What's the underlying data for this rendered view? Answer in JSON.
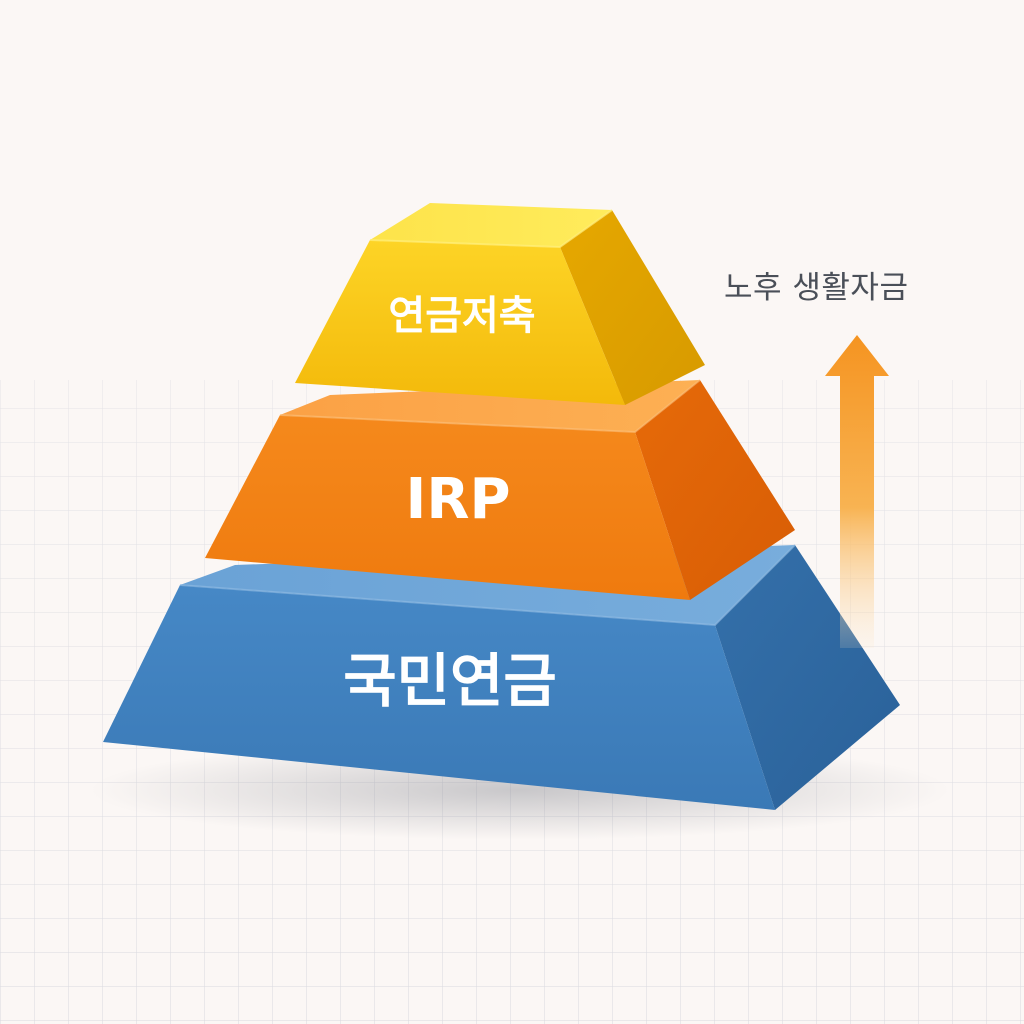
{
  "pyramid": {
    "tiers": [
      {
        "label": "연금저축",
        "color": "#f5c20a"
      },
      {
        "label": "IRP",
        "color": "#f07d14"
      },
      {
        "label": "국민연금",
        "color": "#3d7fbf"
      }
    ]
  },
  "arrow": {
    "label": "노후 생활자금",
    "color": "#f59a23"
  }
}
